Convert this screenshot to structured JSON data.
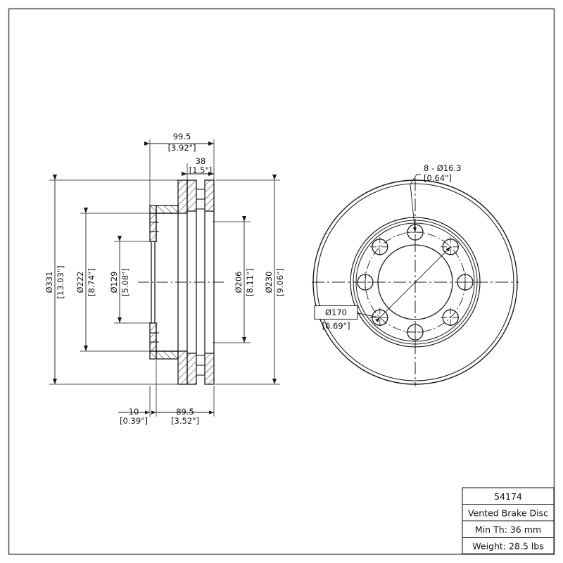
{
  "sheet": {
    "background": "#ffffff",
    "line_color": "#1a1a1a",
    "border": {
      "present": true
    }
  },
  "title_block": {
    "part_number": "54174",
    "description": "Vented Brake Disc",
    "min_thickness": "Min Th: 36 mm",
    "weight": "Weight: 28.5 lbs"
  },
  "section_view": {
    "name": "cross-section-side-view",
    "dimensions": {
      "overall_diameter": {
        "metric": "Ø331",
        "imperial": "[13.03\"]"
      },
      "hub_flange_diameter": {
        "metric": "Ø222",
        "imperial": "[8.74\"]"
      },
      "center_bore_diameter": {
        "metric": "Ø129",
        "imperial": "[5.08\"]"
      },
      "inner_friction_diameter": {
        "metric": "Ø206",
        "imperial": "[8.11\"]"
      },
      "hub_outer_diameter": {
        "metric": "Ø230",
        "imperial": "[9.06\"]"
      },
      "overall_width": {
        "metric": "99.5",
        "imperial": "[3.92\"]"
      },
      "disc_thickness": {
        "metric": "38",
        "imperial": "[1.5\"]"
      },
      "flange_thickness": {
        "metric": "10",
        "imperial": "[0.39\"]"
      },
      "hub_depth": {
        "metric": "89.5",
        "imperial": "[3.52\"]"
      }
    }
  },
  "front_view": {
    "name": "front-circular-view",
    "callouts": {
      "bolt_holes": {
        "metric": "8 - Ø16.3",
        "imperial": "[0.64\"]"
      },
      "bolt_circle": {
        "metric": "Ø170",
        "imperial": "[6.69\"]",
        "boxed": true
      }
    },
    "bolt_hole_count": 8
  }
}
